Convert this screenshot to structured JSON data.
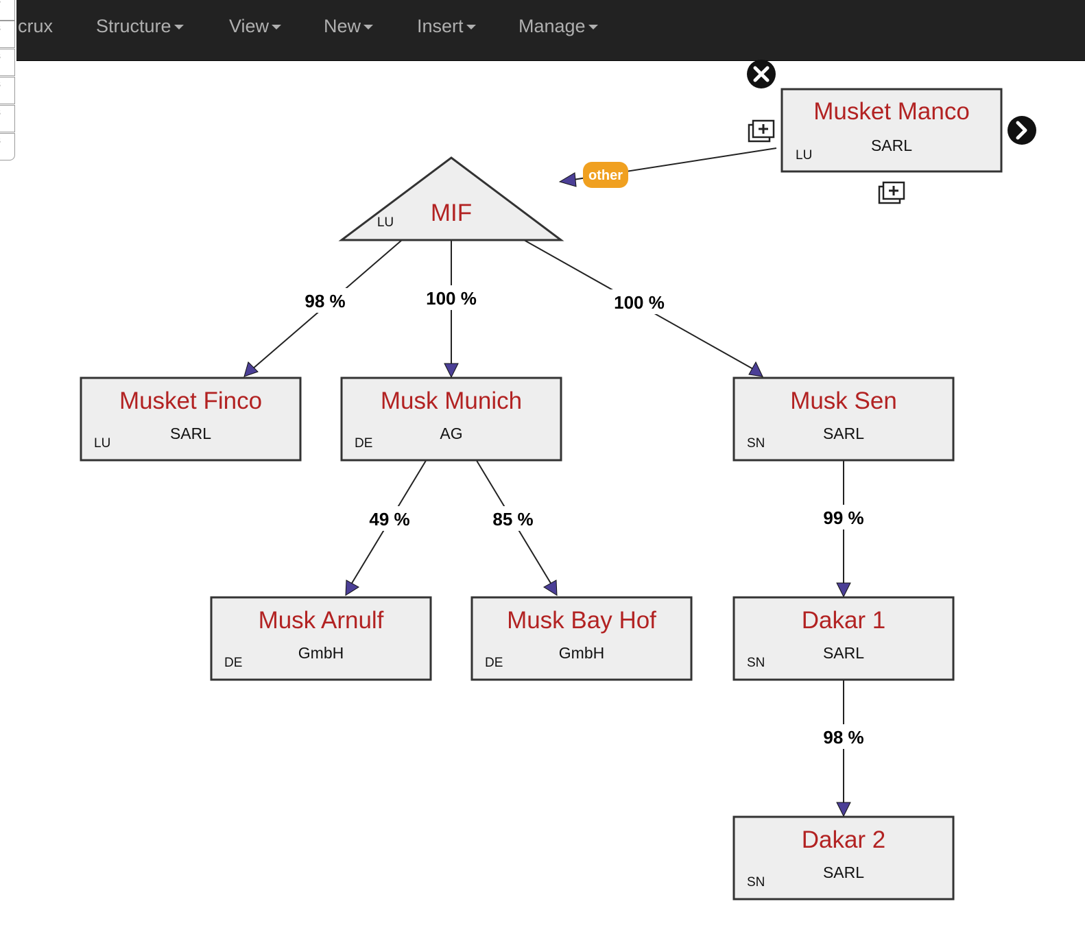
{
  "navbar": {
    "brand": "crux",
    "menus": [
      {
        "label": "Structure"
      },
      {
        "label": "View"
      },
      {
        "label": "New"
      },
      {
        "label": "Insert"
      },
      {
        "label": "Manage"
      }
    ]
  },
  "side_tabs": [
    "s",
    "s",
    "s",
    "s",
    "s",
    "s"
  ],
  "colors": {
    "navbar_bg": "#222222",
    "node_name": "#b22222",
    "node_fill": "#eeeeee",
    "arrow": "#4b3f96",
    "other_badge": "#f0a020"
  },
  "icons": {
    "close": "close-icon",
    "next": "chevron-right-icon",
    "add_node": "add-box-icon"
  },
  "selected_node": {
    "name": "Musket Manco",
    "type": "SARL",
    "country": "LU",
    "edge_badge": "other"
  },
  "nodes": {
    "mif": {
      "name": "MIF",
      "type": "",
      "country": "LU"
    },
    "musket_finco": {
      "name": "Musket Finco",
      "type": "SARL",
      "country": "LU"
    },
    "musk_munich": {
      "name": "Musk Munich",
      "type": "AG",
      "country": "DE"
    },
    "musk_sen": {
      "name": "Musk Sen",
      "type": "SARL",
      "country": "SN"
    },
    "musk_arnulf": {
      "name": "Musk Arnulf",
      "type": "GmbH",
      "country": "DE"
    },
    "musk_bay_hof": {
      "name": "Musk Bay Hof",
      "type": "GmbH",
      "country": "DE"
    },
    "dakar_1": {
      "name": "Dakar 1",
      "type": "SARL",
      "country": "SN"
    },
    "dakar_2": {
      "name": "Dakar 2",
      "type": "SARL",
      "country": "SN"
    }
  },
  "edges": {
    "mif_finco": "98 %",
    "mif_munich": "100 %",
    "mif_sen": "100 %",
    "munich_arnulf": "49 %",
    "munich_bayhof": "85 %",
    "sen_dakar1": "99 %",
    "dakar1_dakar2": "98 %"
  }
}
